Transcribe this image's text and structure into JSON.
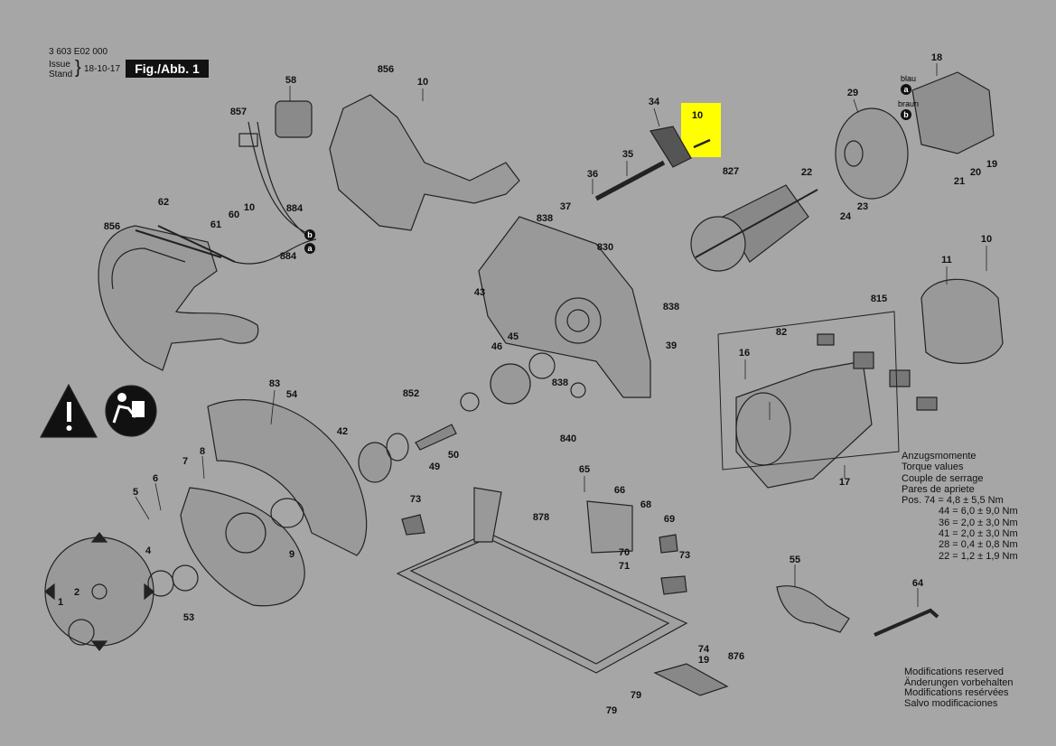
{
  "header": {
    "doc_number": "3 603 E02 000",
    "issue_label_1": "Issue",
    "issue_label_2": "Stand",
    "issue_date": "18-10-17",
    "figure": "Fig./Abb. 1"
  },
  "highlight": {
    "part": "10",
    "color": "#ffff00"
  },
  "part_labels": {
    "p10a": "10",
    "p856a": "856",
    "p58": "58",
    "p857": "857",
    "p62": "62",
    "p61": "61",
    "p60": "60",
    "p10b": "10",
    "p884a": "884",
    "p884b": "884",
    "p856b": "856",
    "p34": "34",
    "p10hl": "10",
    "p35": "35",
    "p36": "36",
    "p37": "37",
    "p838a": "838",
    "p830": "830",
    "p838b": "838",
    "p827": "827",
    "p18": "18",
    "p29": "29",
    "p22": "22",
    "p24": "24",
    "p23": "23",
    "p21": "21",
    "p20": "20",
    "p19a": "19",
    "p11": "11",
    "p10c": "10",
    "p815": "815",
    "p82": "82",
    "p16": "16",
    "p17": "17",
    "p43": "43",
    "p46": "46",
    "p45": "45",
    "p838c": "838",
    "p39": "39",
    "p83": "83",
    "p54": "54",
    "p852": "852",
    "p42": "42",
    "p49": "49",
    "p50": "50",
    "p840": "840",
    "p8": "8",
    "p7": "7",
    "p6": "6",
    "p5": "5",
    "p4": "4",
    "p9": "9",
    "p53": "53",
    "p1": "1",
    "p2": "2",
    "p73a": "73",
    "p878": "878",
    "p65": "65",
    "p66": "66",
    "p68": "68",
    "p69": "69",
    "p70": "70",
    "p71": "71",
    "p73b": "73",
    "p74": "74",
    "p19b": "19",
    "p876": "876",
    "p79a": "79",
    "p79b": "79",
    "p55": "55",
    "p64": "64"
  },
  "wire_markers": {
    "blau": "blau",
    "braun": "braun",
    "a": "a",
    "b": "b"
  },
  "torque": {
    "line1": "Anzugsmomente",
    "line2": "Torque values",
    "line3": "Couple de serrage",
    "line4": "Pares de apriete",
    "line5": "Pos. 74 = 4,8 ± 5,5 Nm",
    "line6": "44 = 6,0 ± 9,0 Nm",
    "line7": "36 = 2,0 ± 3,0 Nm",
    "line8": "41 = 2,0 ± 3,0 Nm",
    "line9": "28 = 0,4 ± 0,8 Nm",
    "line10": "22 = 1,2 ± 1,9 Nm"
  },
  "footer": {
    "line1": "Modifications reserved",
    "line2": "Änderungen vorbehalten",
    "line3": "Modifications resérvées",
    "line4": "Salvo modificaciones"
  }
}
